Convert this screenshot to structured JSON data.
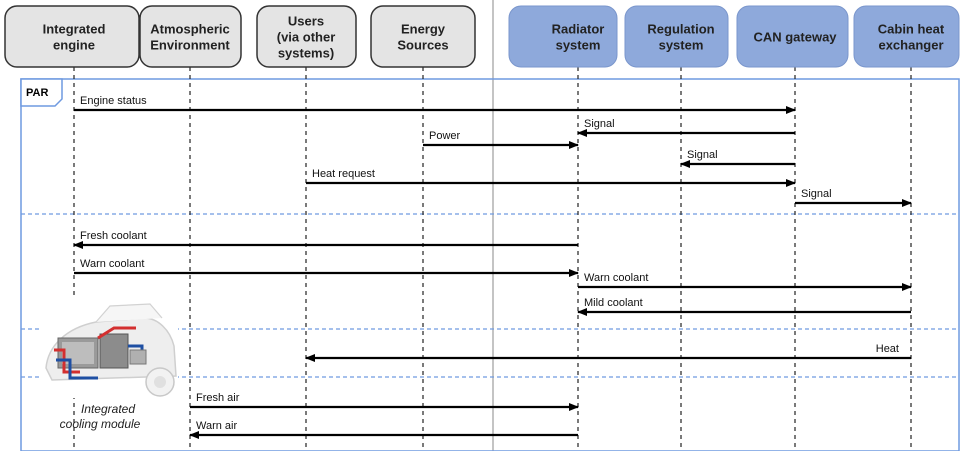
{
  "actors": [
    {
      "id": "engine",
      "lines": [
        "Integrated",
        "engine"
      ],
      "style": "plain"
    },
    {
      "id": "atmos",
      "lines": [
        "Atmospheric",
        "Environment"
      ],
      "style": "plain"
    },
    {
      "id": "users",
      "lines": [
        "Users",
        "(via other",
        "systems)"
      ],
      "style": "plain"
    },
    {
      "id": "energy",
      "lines": [
        "Energy",
        "Sources"
      ],
      "style": "plain"
    },
    {
      "id": "radiator",
      "lines": [
        "Radiator",
        "system"
      ],
      "style": "blue"
    },
    {
      "id": "regulation",
      "lines": [
        "Regulation",
        "system"
      ],
      "style": "blue"
    },
    {
      "id": "can",
      "lines": [
        "CAN gateway"
      ],
      "style": "blue"
    },
    {
      "id": "cabin",
      "lines": [
        "Cabin heat",
        "exchanger"
      ],
      "style": "blue"
    }
  ],
  "frame": {
    "label": "PAR"
  },
  "messages": [
    {
      "label": "Engine status",
      "from": "engine",
      "to": "can",
      "label_side": "from"
    },
    {
      "label": "Signal",
      "from": "can",
      "to": "radiator",
      "label_side": "to"
    },
    {
      "label": "Power",
      "from": "energy",
      "to": "radiator",
      "label_side": "from"
    },
    {
      "label": "Signal",
      "from": "can",
      "to": "regulation",
      "label_side": "to"
    },
    {
      "label": "Heat request",
      "from": "users",
      "to": "can",
      "label_side": "from"
    },
    {
      "label": "Signal",
      "from": "can",
      "to": "cabin",
      "label_side": "from"
    },
    {
      "label": "Fresh coolant",
      "from": "radiator",
      "to": "engine",
      "label_side": "to"
    },
    {
      "label": "Warn coolant",
      "from": "engine",
      "to": "radiator",
      "label_side": "from"
    },
    {
      "label": "Warn coolant",
      "from": "radiator",
      "to": "cabin",
      "label_side": "from"
    },
    {
      "label": "Mild coolant",
      "from": "cabin",
      "to": "radiator",
      "label_side": "to"
    },
    {
      "label": "Heat",
      "from": "cabin",
      "to": "users",
      "label_side": "from_end"
    },
    {
      "label": "Fresh air",
      "from": "atmos",
      "to": "radiator",
      "label_side": "from"
    },
    {
      "label": "Warn air",
      "from": "radiator",
      "to": "atmos",
      "label_side": "to"
    }
  ],
  "image": {
    "caption_lines": [
      "Integrated",
      "cooling module"
    ]
  },
  "colors": {
    "plain_fill": "#e4e4e4",
    "blue_fill": "#8ea9db",
    "frame": "#6f9ae0",
    "arrow": "#000000"
  }
}
